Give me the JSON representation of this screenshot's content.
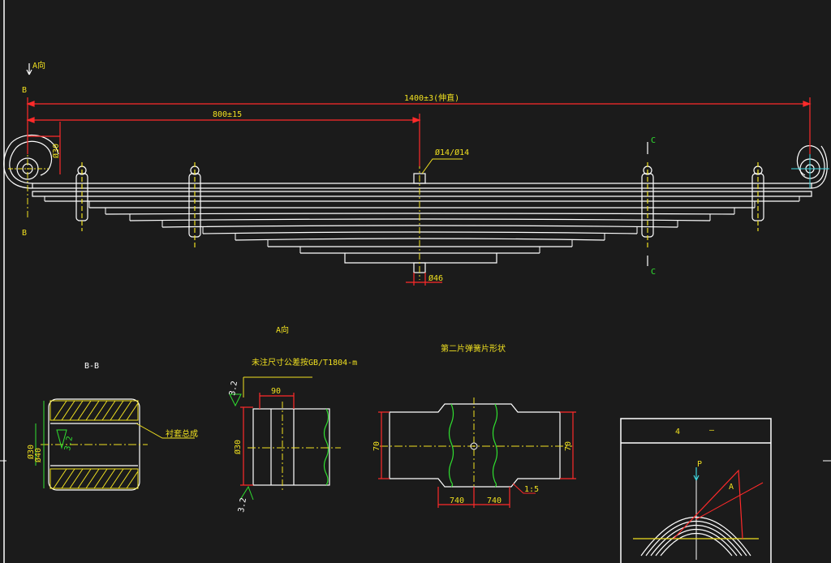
{
  "colors": {
    "background": "#1b1b1b",
    "outline": "#ffffff",
    "dimension": "#ff2a2a",
    "centerline": "#f0e020",
    "section_mark": "#30e030",
    "hatch": "#f0e020",
    "datum": "#40d8e0"
  },
  "main_view": {
    "view_a_marker": "A向",
    "section_b_top": "B",
    "section_b_bottom": "B",
    "section_c_top": "C",
    "section_c_bottom": "C",
    "overall_length": "1400±3(伸直)",
    "half_length": "800±15",
    "center_bolt": "Ø14/Ø14",
    "bottom_dim": "Ø46",
    "eye_dim": "Ø30"
  },
  "section_bb": {
    "title": "B-B",
    "note": "衬套总成",
    "roughness": "3.2",
    "dim_outer": "Ø40",
    "dim_inner": "Ø30"
  },
  "view_a": {
    "title": "A向",
    "note": "未注尺寸公差按GB/T1804-m",
    "roughness_top": "3.2",
    "roughness_bottom": "3.2",
    "width_dim": "90",
    "height_dim": "Ø30"
  },
  "leaf_detail": {
    "title": "第二片弹簧片形状",
    "width_left": "70",
    "width_right": "70",
    "span_left": "740",
    "span_right": "740",
    "callout": "1:5"
  },
  "detail_box": {
    "header_left": "4",
    "header_right": "—",
    "label_p": "P",
    "label_a": "A"
  }
}
